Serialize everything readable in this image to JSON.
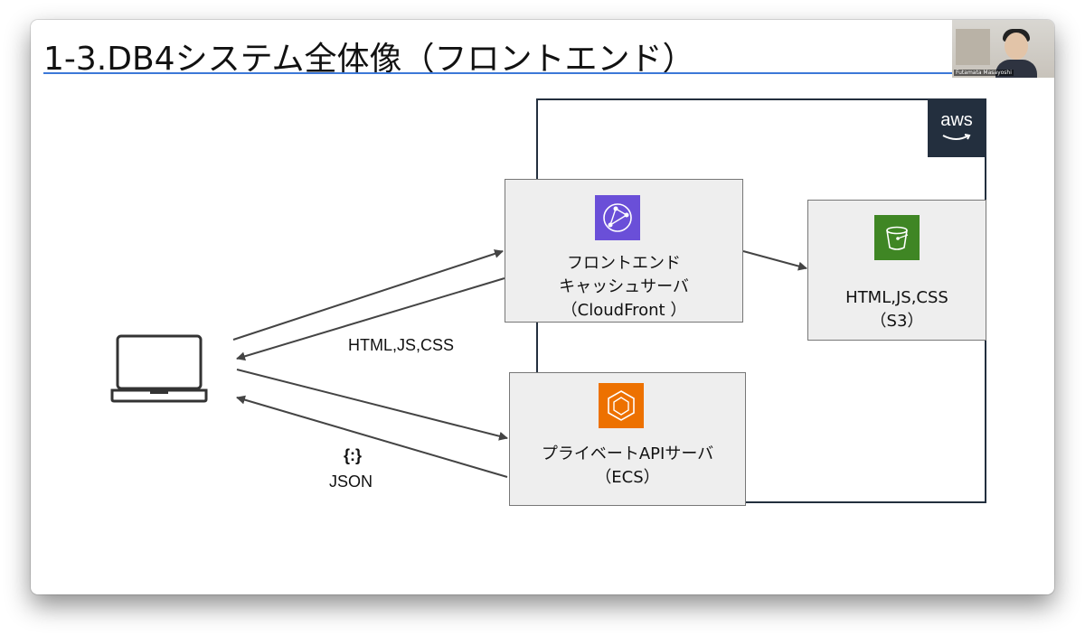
{
  "slide": {
    "title": "1-3.DB4システム全体像（フロントエンド）"
  },
  "video": {
    "participant_name": "Futamata Masayoshi"
  },
  "aws": {
    "logo_text": "aws"
  },
  "nodes": {
    "cloudfront": {
      "line1": "フロントエンド",
      "line2": "キャッシュサーバ",
      "line3": "（CloudFront ）",
      "icon": "cloudfront-icon"
    },
    "s3": {
      "line1": "HTML,JS,CSS",
      "line2": "（S3）",
      "icon": "s3-bucket-icon"
    },
    "ecs": {
      "line1": "プライベートAPIサーバ",
      "line2": "（ECS）",
      "icon": "ecs-icon"
    },
    "client": {
      "icon": "laptop-icon"
    }
  },
  "edge_labels": {
    "html_js_css": "HTML,JS,CSS",
    "json_symbol": "{:}",
    "json": "JSON"
  },
  "colors": {
    "title_rule": "#3c78d8",
    "aws_dark": "#232f3e",
    "cloudfront": "#6a4fd8",
    "s3": "#3f8624",
    "ecs": "#ed7100",
    "box_fill": "#eeeeee"
  }
}
